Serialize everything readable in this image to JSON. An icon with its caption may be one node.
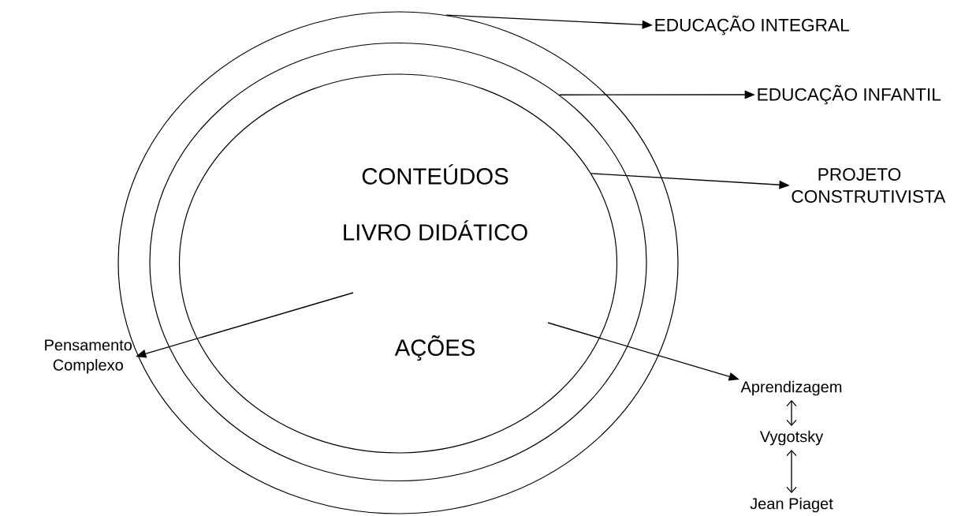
{
  "diagram": {
    "nodes": [
      {
        "text": [],
        "shape": "circle"
      },
      {
        "text": [],
        "shape": "circle",
        "in": 0
      },
      {
        "text": [
          "CONTEÚDOS",
          "LIVRO DIDÁTICO",
          "AÇÕES"
        ],
        "in": 1
      },
      {
        "text": [
          "EDUCAÇÃO INTEGRAL"
        ]
      },
      {
        "text": [
          "EDUCAÇÃO INFANTIL"
        ]
      },
      {
        "text": [
          "PROJETO CONSTRUTIVISTA"
        ]
      },
      {
        "text": [
          "Pensamento Complexo"
        ]
      },
      {
        "text": [
          "Aprendizagem"
        ]
      },
      {
        "text": [
          "Vygotsky"
        ]
      },
      {
        "text": [
          "Jean Piaget"
        ]
      }
    ],
    "edges": [
      {
        "from": 0,
        "to": 3,
        "arrow": "to"
      },
      {
        "from": 1,
        "to": 4,
        "arrow": "to"
      },
      {
        "from": 2,
        "to": 5,
        "arrow": "to"
      },
      {
        "from": 2,
        "to": 6,
        "arrow": "to"
      },
      {
        "from": 2,
        "to": 7,
        "arrow": "to"
      },
      {
        "from": 7,
        "to": 8,
        "arrow": "both"
      },
      {
        "from": 8,
        "to": 9,
        "arrow": "both"
      }
    ]
  }
}
